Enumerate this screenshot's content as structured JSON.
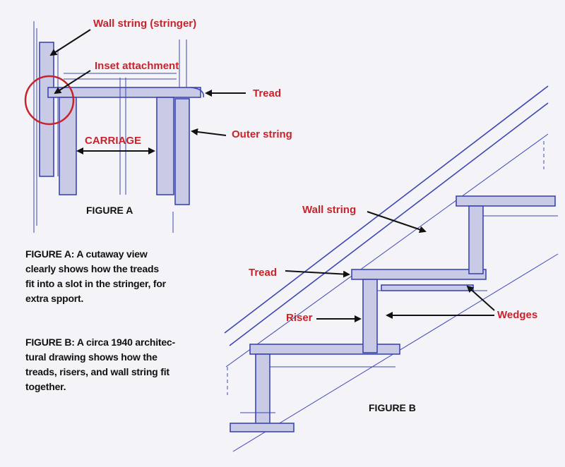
{
  "figure_a": {
    "labels": {
      "wall_string": "Wall string (stringer)",
      "inset_attachment": "Inset attachment",
      "tread": "Tread",
      "outer_string": "Outer string",
      "carriage": "CARRIAGE"
    },
    "title": "FIGURE A"
  },
  "figure_b": {
    "labels": {
      "wall_string": "Wall string",
      "tread": "Tread",
      "riser": "Riser",
      "wedges": "Wedges"
    },
    "title": "FIGURE B"
  },
  "captions": {
    "a": [
      "FIGURE A:  A cutaway view",
      "clearly shows how the treads",
      "fit into a slot in the stringer, for",
      "extra spport."
    ],
    "b": [
      "FIGURE B: A circa 1940 architec-",
      "tural drawing shows how the",
      "treads, risers, and wall string fit",
      "together."
    ]
  },
  "colors": {
    "label_red": "#c8232b",
    "blueprint_ink": "#3c46b4",
    "paper": "#f4f4f8"
  }
}
